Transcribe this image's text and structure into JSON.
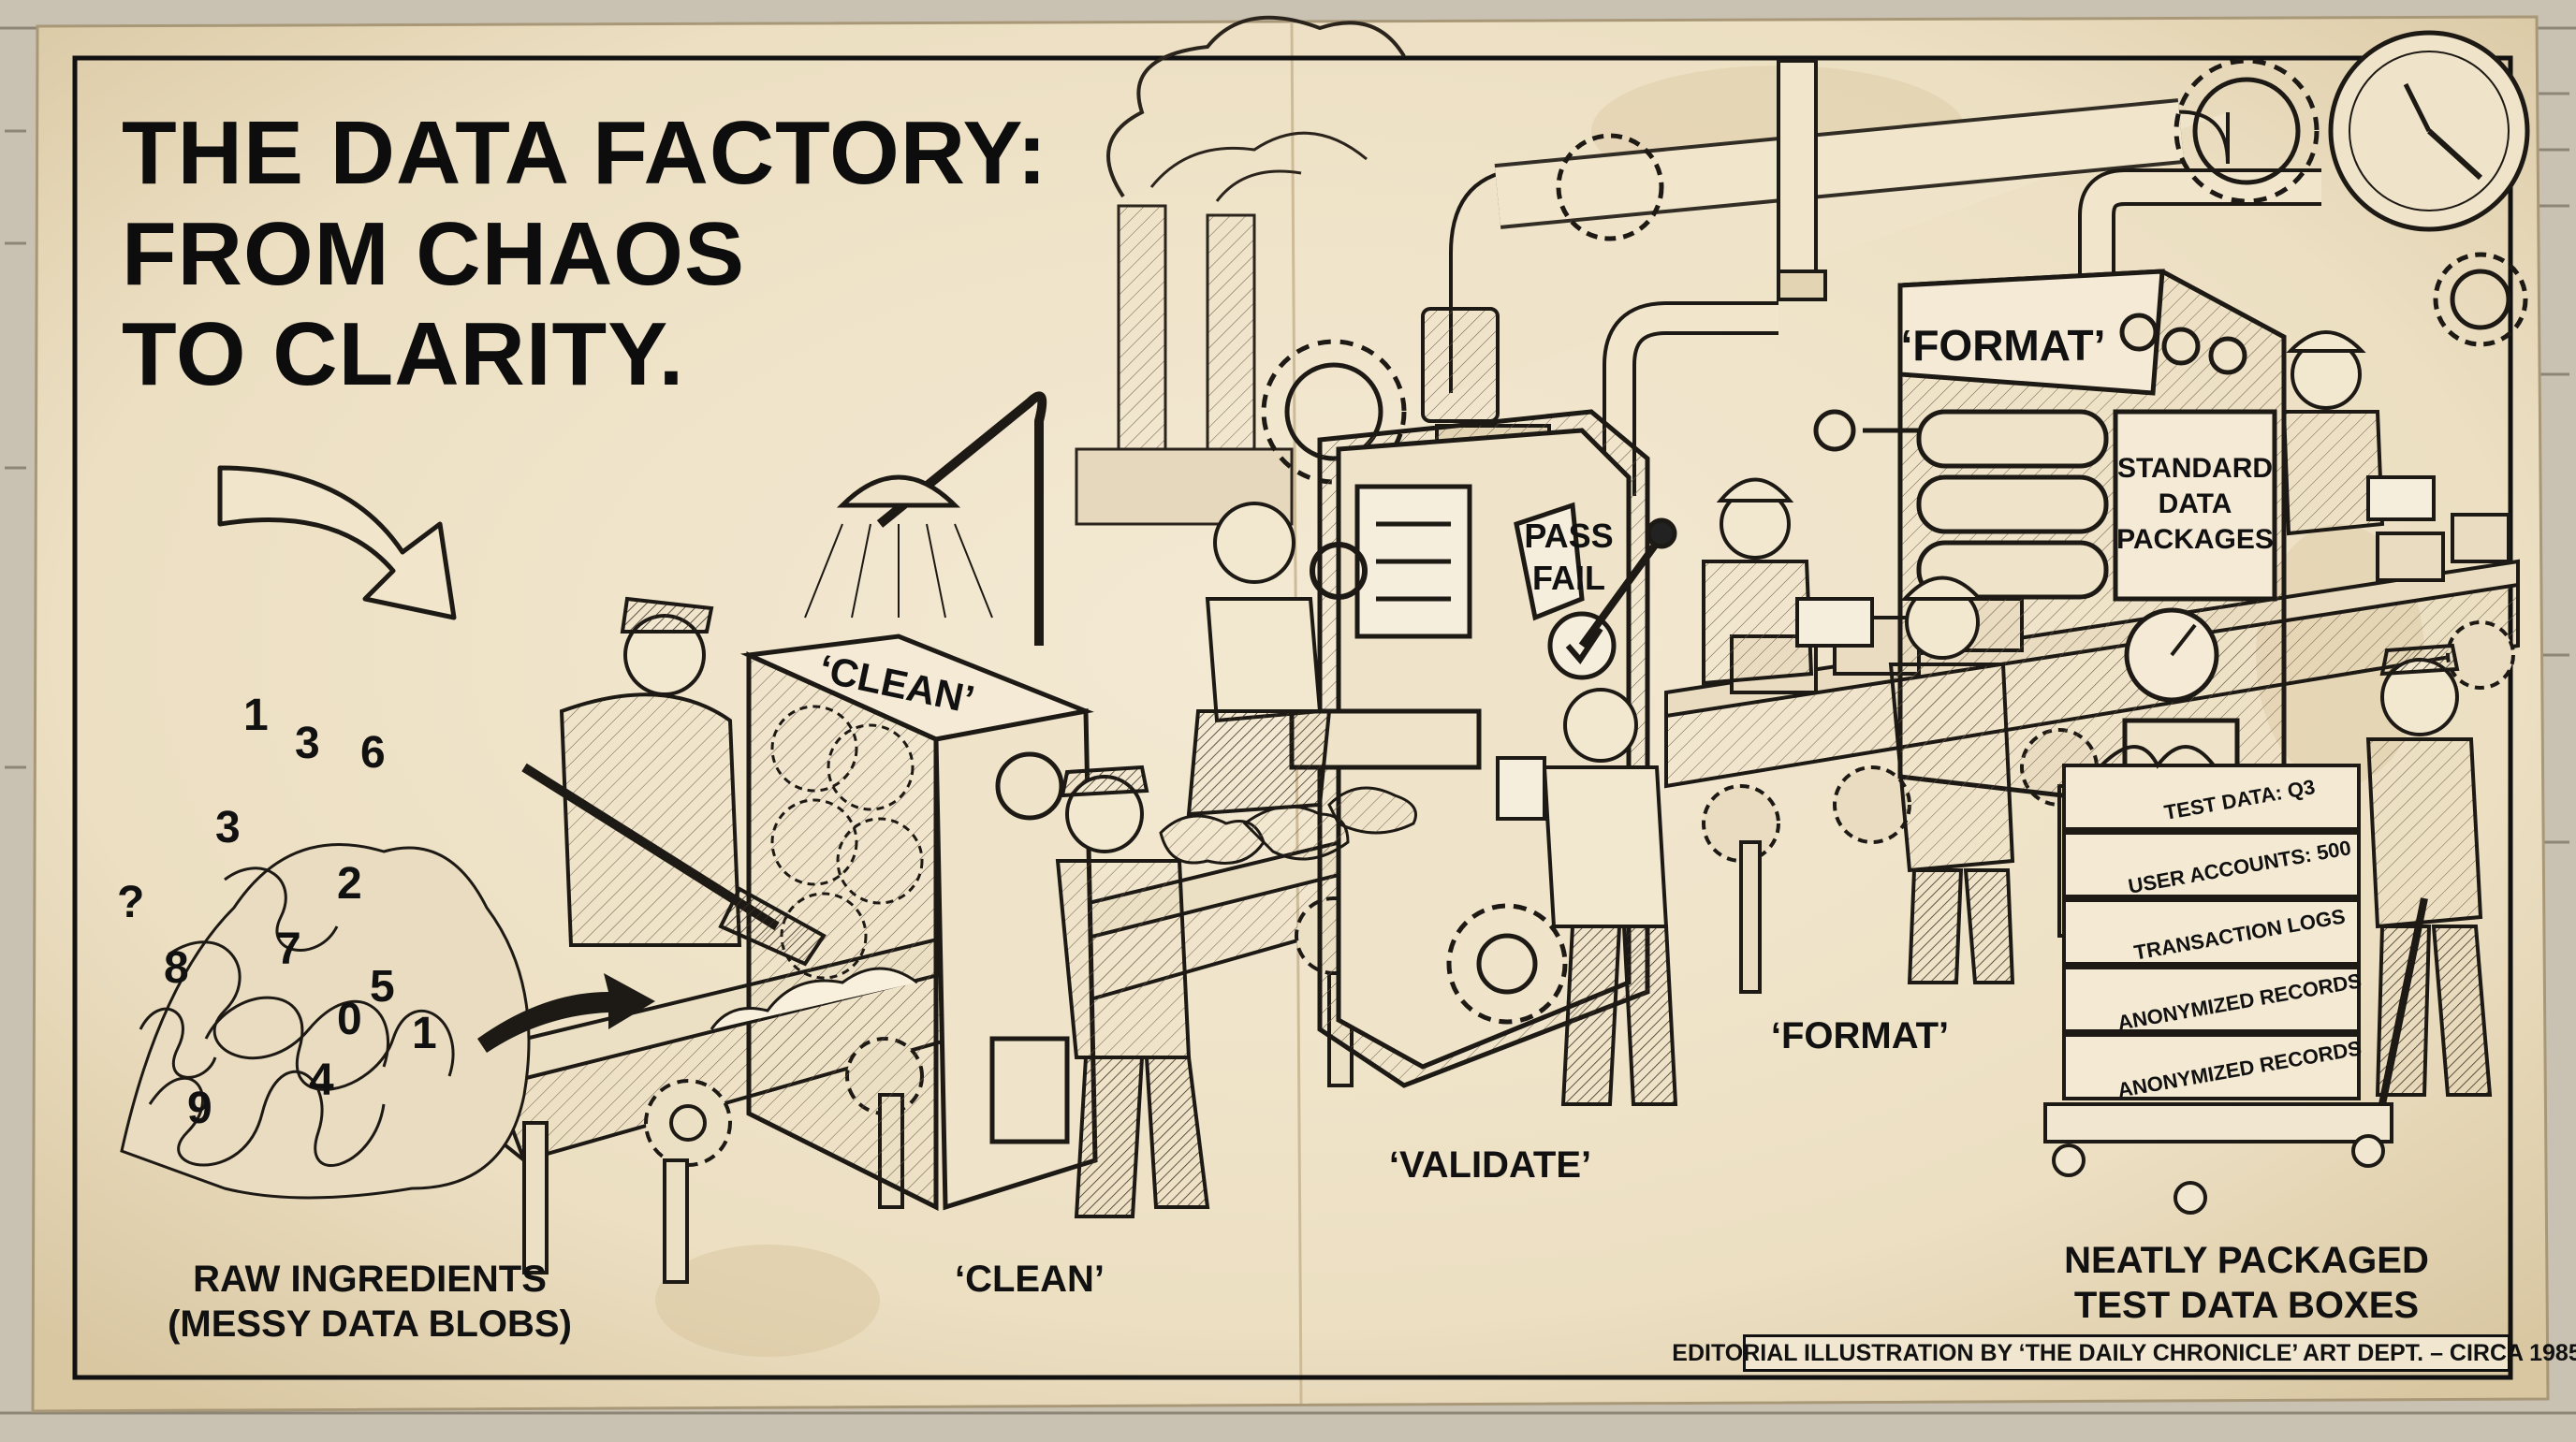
{
  "title_lines": [
    "THE DATA FACTORY:",
    "FROM CHAOS",
    "TO CLARITY."
  ],
  "machine_signs": {
    "clean": "‘CLEAN’",
    "pass": "PASS",
    "fail": "FAIL",
    "format": "‘FORMAT’",
    "standard_packages": [
      "STANDARD",
      "DATA",
      "PACKAGES"
    ]
  },
  "stage_labels": {
    "raw": [
      "RAW INGREDIENTS",
      "(MESSY DATA BLOBS)"
    ],
    "clean": "‘CLEAN’",
    "validate": "‘VALIDATE’",
    "format": "‘FORMAT’",
    "packaged": [
      "NEATLY PACKAGED",
      "TEST DATA BOXES"
    ]
  },
  "box_labels": [
    "TEST DATA: Q3",
    "USER ACCOUNTS: 500",
    "TRANSACTION LOGS",
    "ANONYMIZED RECORDS",
    "ANONYMIZED RECORDS"
  ],
  "blob_numbers": [
    "1",
    "3",
    "6",
    "8",
    "5",
    "2",
    "0",
    "4",
    "7",
    "9",
    "?",
    "1",
    "3"
  ],
  "credit": "EDITORIAL ILLUSTRATION BY ‘THE DAILY CHRONICLE’ ART DEPT. – CIRCA 1985"
}
